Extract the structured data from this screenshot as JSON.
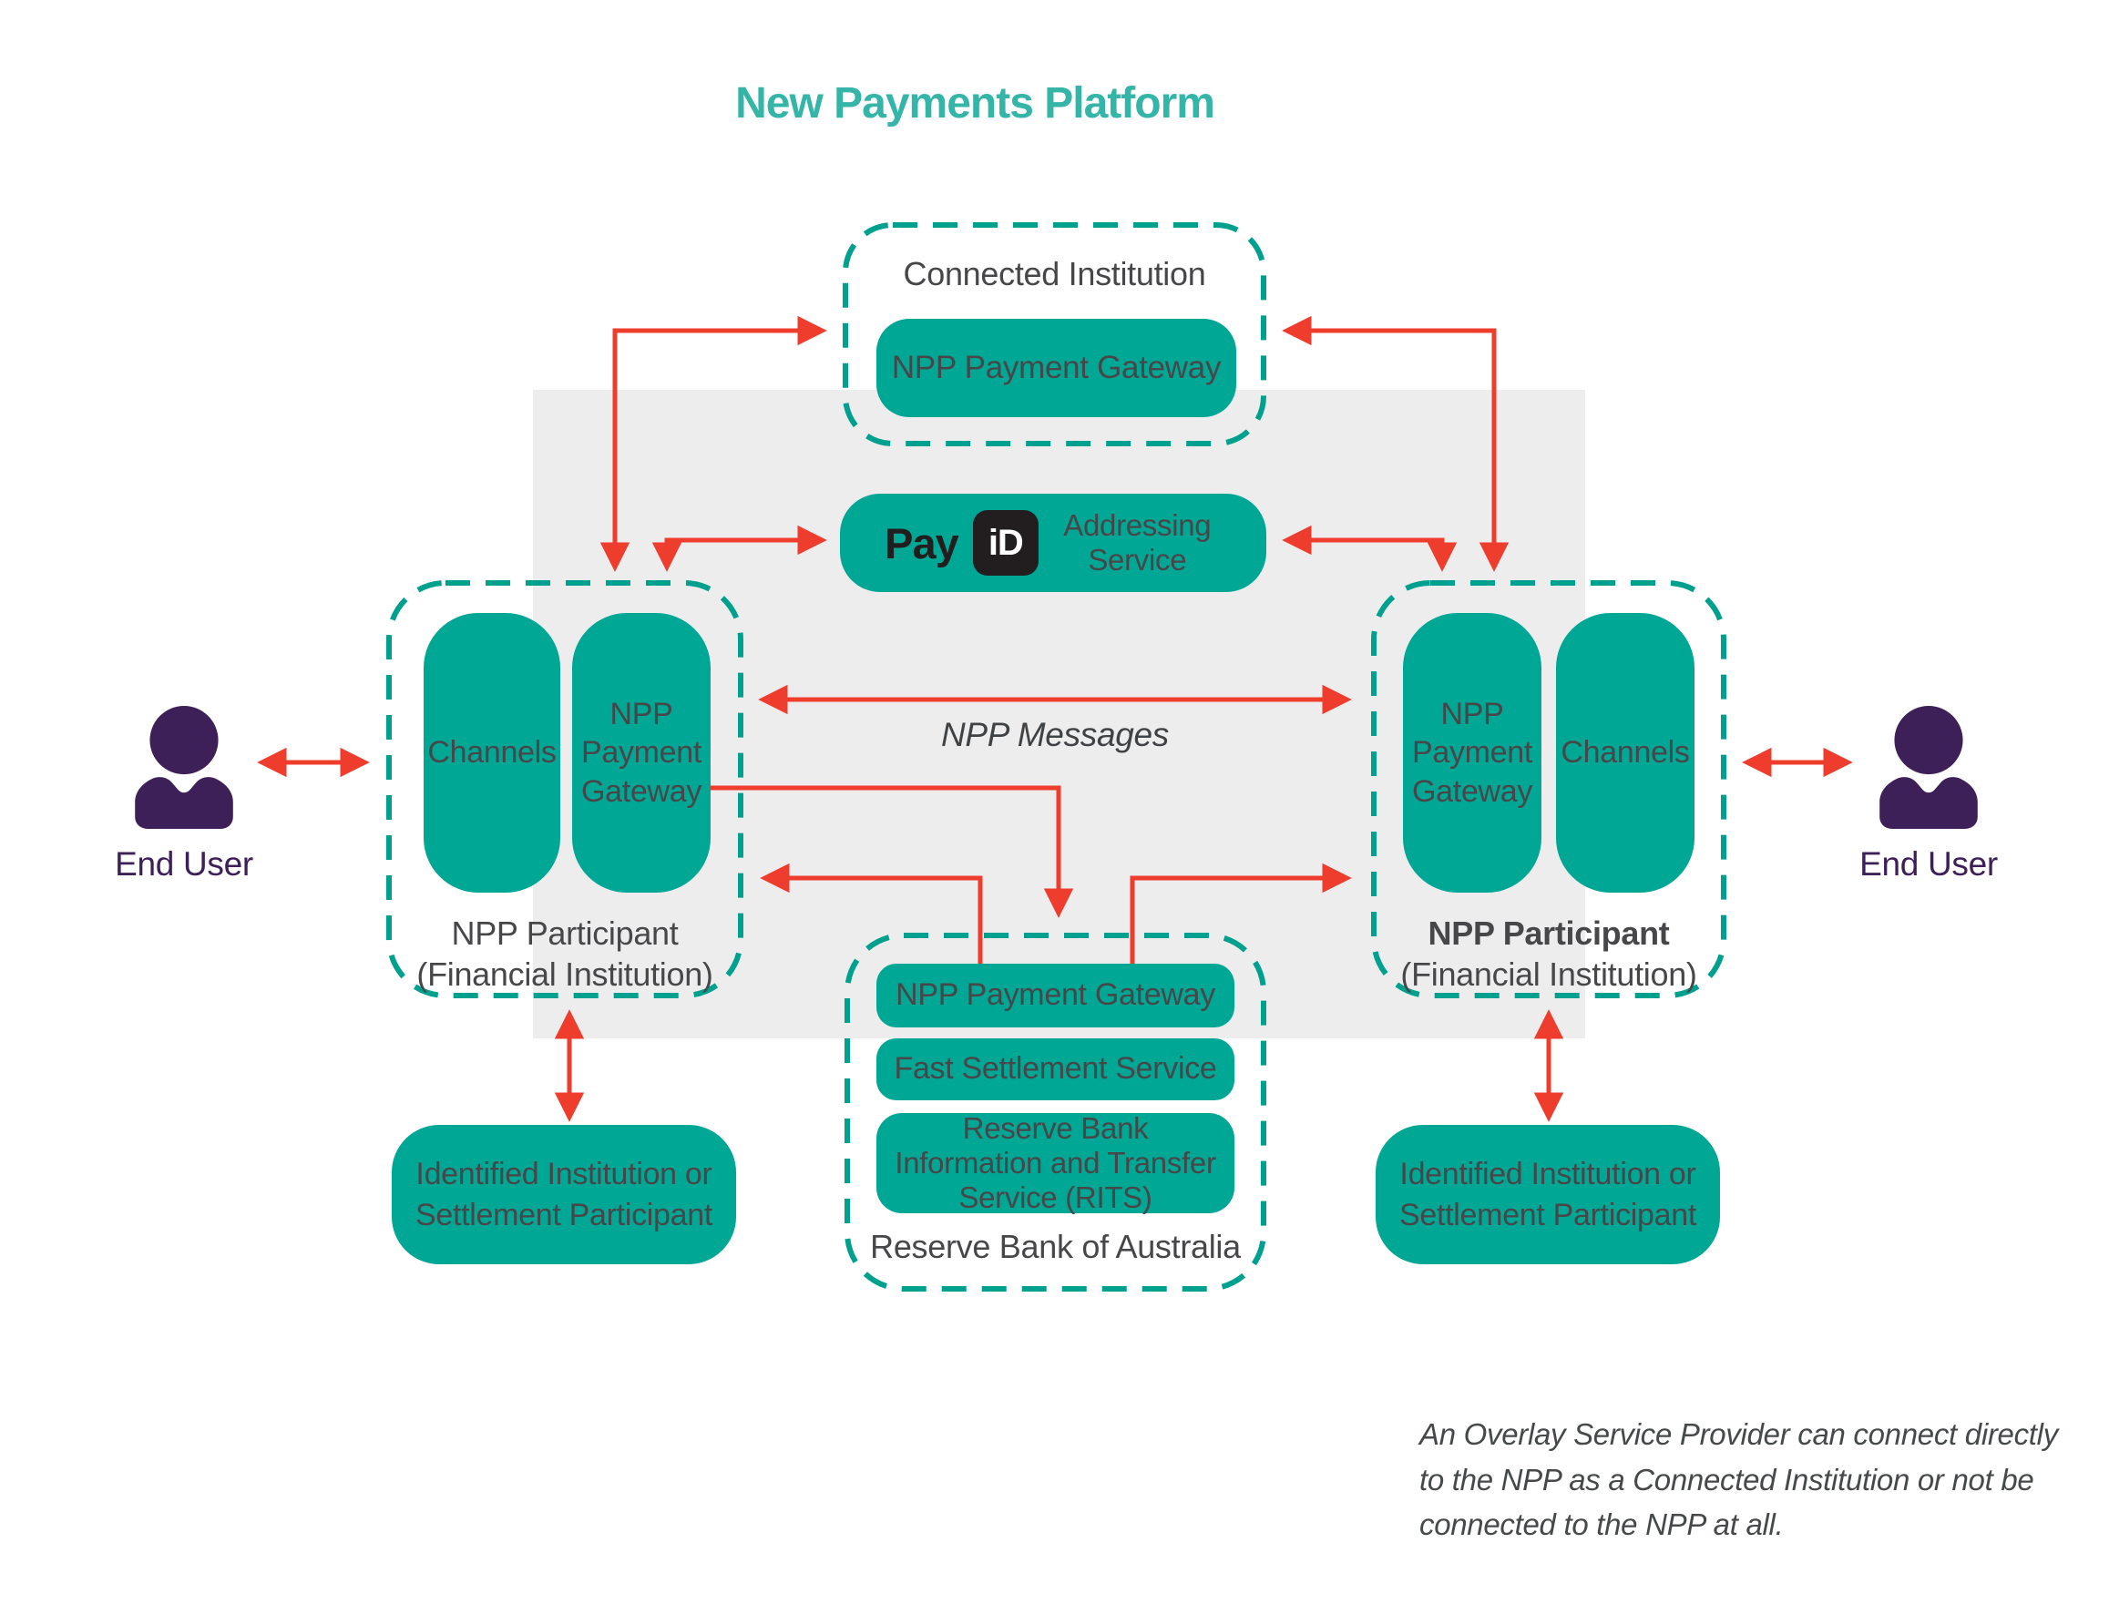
{
  "title": "New Payments Platform",
  "colors": {
    "teal_fill": "#00A794",
    "teal_dashed_border": "#00A08F",
    "title_teal": "#35B5A8",
    "arrow_red": "#EE3C2D",
    "end_user_purple": "#3D2057",
    "text_dark": "#47474A",
    "background_gray": "#EDEDEE",
    "payid_black": "#221E1F"
  },
  "connected_institution": {
    "label": "Connected Institution",
    "gateway": "NPP Payment Gateway"
  },
  "addressing_service": {
    "brand": "Pay",
    "logo": "iD",
    "label": "Addressing Service"
  },
  "left_participant": {
    "channels": "Channels",
    "gateway": "NPP Payment Gateway",
    "name": "NPP Participant",
    "subname": "(Financial Institution)"
  },
  "right_participant": {
    "gateway": "NPP Payment Gateway",
    "channels": "Channels",
    "name": "NPP Participant",
    "subname": "(Financial Institution)"
  },
  "rba": {
    "gateway": "NPP Payment Gateway",
    "fss": "Fast Settlement Service",
    "rits": "Reserve Bank Information and Transfer Service (RITS)",
    "label": "Reserve Bank of Australia"
  },
  "identified_left": {
    "label": "Identified Institution or Settlement Participant"
  },
  "identified_right": {
    "label": "Identified Institution or Settlement Participant"
  },
  "end_user_left": {
    "label": "End User"
  },
  "end_user_right": {
    "label": "End User"
  },
  "npp_messages": "NPP Messages",
  "note": "An Overlay Service Provider can connect directly to the NPP as a Connected Institution or not be connected to the NPP at all."
}
